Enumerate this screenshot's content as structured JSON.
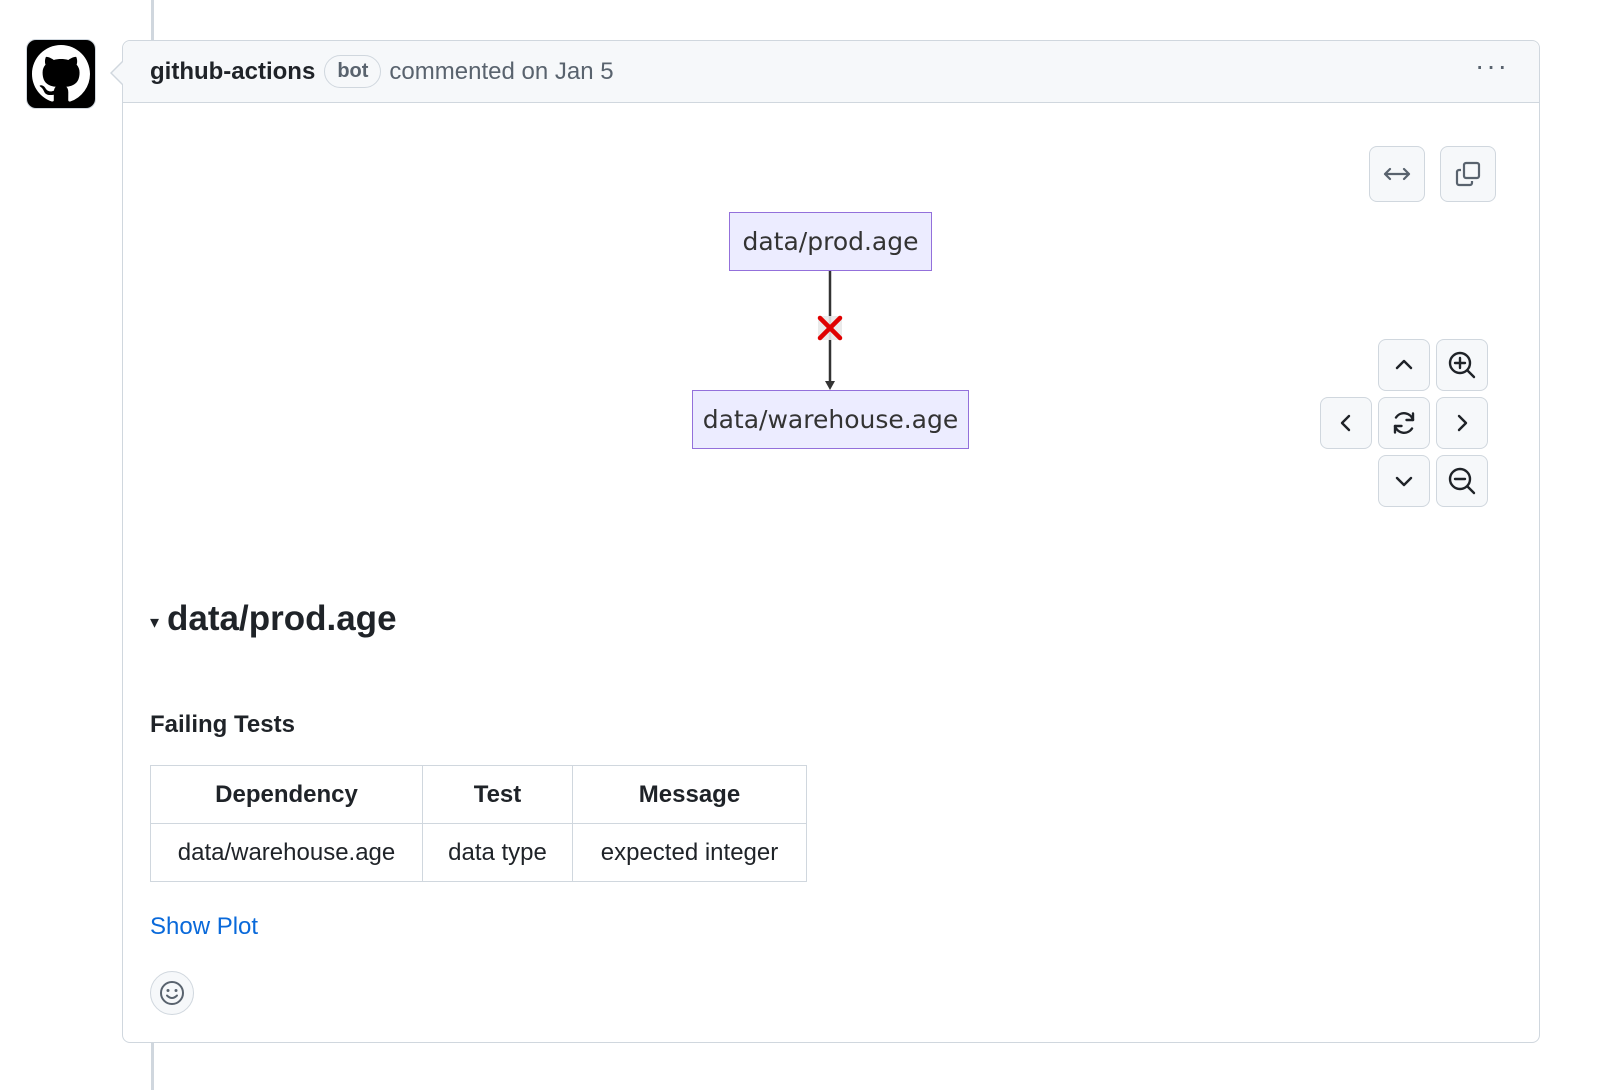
{
  "comment": {
    "author": "github-actions",
    "badge": "bot",
    "timestamp_text": "commented on Jan 5",
    "more_label": "···"
  },
  "diagram": {
    "source_node": "data/prod.age",
    "target_node": "data/warehouse.age",
    "edge_marker": "cross-icon",
    "edge_marker_color": "#e00000",
    "node_fill": "#ececff",
    "node_stroke": "#9370db"
  },
  "section": {
    "caret": "▾",
    "title": "data/prod.age",
    "failing_title": "Failing Tests",
    "table": {
      "headers": [
        "Dependency",
        "Test",
        "Message"
      ],
      "rows": [
        [
          "data/warehouse.age",
          "data type",
          "expected integer"
        ]
      ]
    },
    "show_plot_label": "Show Plot"
  },
  "colors": {
    "link": "#0969da",
    "border": "#d0d7de",
    "header_bg": "#f6f8fa"
  }
}
